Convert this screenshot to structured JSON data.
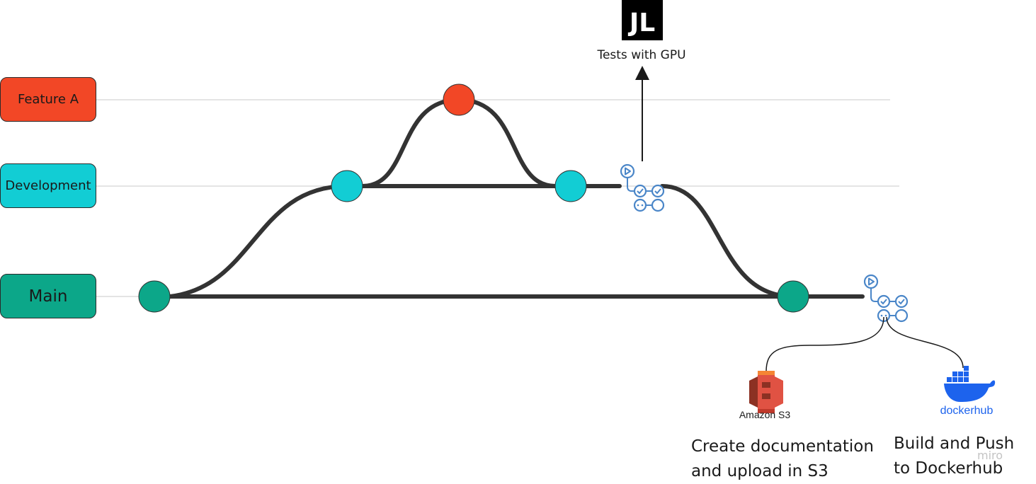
{
  "lanes": {
    "feature": "Feature A",
    "development": "Development",
    "main": "Main"
  },
  "colors": {
    "feature": "#f24726",
    "development": "#12cdd4",
    "main": "#0ca789",
    "branch_line": "#333333",
    "workflow_icon": "#4a86c8"
  },
  "jupyter": {
    "icon_text": "JL",
    "label": "Tests with GPU"
  },
  "workflow_icons": [
    "github-actions-icon",
    "github-actions-icon"
  ],
  "targets": {
    "s3": {
      "logo_label": "Amazon S3",
      "description_line1": "Create documentation",
      "description_line2": "and upload in S3"
    },
    "docker": {
      "logo_word_a": "docker",
      "logo_word_b": "hub",
      "description_line1": "Build and Push",
      "description_line2": "to Dockerhub"
    }
  },
  "watermark": "miro"
}
